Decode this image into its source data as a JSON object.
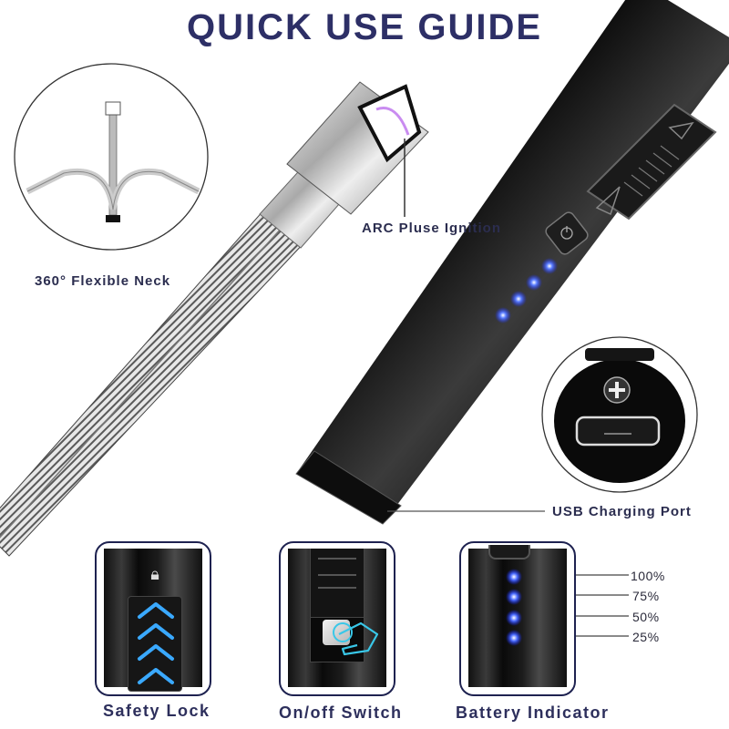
{
  "header": {
    "title": "QUICK USE GUIDE"
  },
  "callouts": {
    "flexible_neck": "360° Flexible Neck",
    "arc_ignition": "ARC Pluse Ignition",
    "usb_port": "USB Charging Port"
  },
  "feature_panels": [
    {
      "caption": "Safety Lock",
      "icon": "lock-icon"
    },
    {
      "caption": "On/off Switch",
      "icon": "power-icon"
    },
    {
      "caption": "Battery Indicator",
      "icon": "battery-led-icon"
    }
  ],
  "battery_levels": [
    "100%",
    "75%",
    "50%",
    "25%"
  ],
  "colors": {
    "title": "#2d2f66",
    "panel_border": "#1e2250",
    "led_blue": "#2f5bff",
    "chevron_blue": "#3aa9ff",
    "arc_purple": "#c98cf0"
  }
}
